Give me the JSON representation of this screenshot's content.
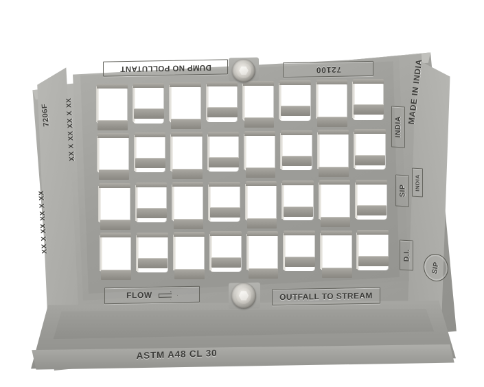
{
  "render": {
    "object": "cast-iron storm drain grate with frame",
    "view": "3D perspective CAD render",
    "background_color": "#ffffff",
    "body_color": "#a4a4a0",
    "slot_color": "#ffffff",
    "text_color": "#3c3c39"
  },
  "top_labels": {
    "no_dump": "DUMP NO POLLUTANT",
    "part_number": "72100",
    "orientation": "rotated-180"
  },
  "bottom_labels": {
    "flow": "FLOW",
    "flow_arrow": "arrow-right-icon",
    "outfall": "OUTFALL TO STREAM"
  },
  "front_face": {
    "spec": "ASTM A48 CL 30"
  },
  "right_side": {
    "india_top": "INDIA",
    "sip": "SIP",
    "di": "D.I.",
    "india_small": "INDIA",
    "made_in_india": "MADE IN INDIA",
    "medallion": "SIP"
  },
  "left_side": {
    "code": "7206F",
    "marks_top": "XX X XX XX X XX",
    "marks_bottom": "XX X XX XX X XX"
  },
  "fasteners": {
    "top_bolt": "hex-socket-bolt",
    "bottom_bolt": "hex-socket-bolt",
    "count": 2
  },
  "grate": {
    "columns": 8,
    "rows": 4,
    "slot_shape": "rounded-rectangle",
    "pattern": "staggered cross-bars"
  }
}
